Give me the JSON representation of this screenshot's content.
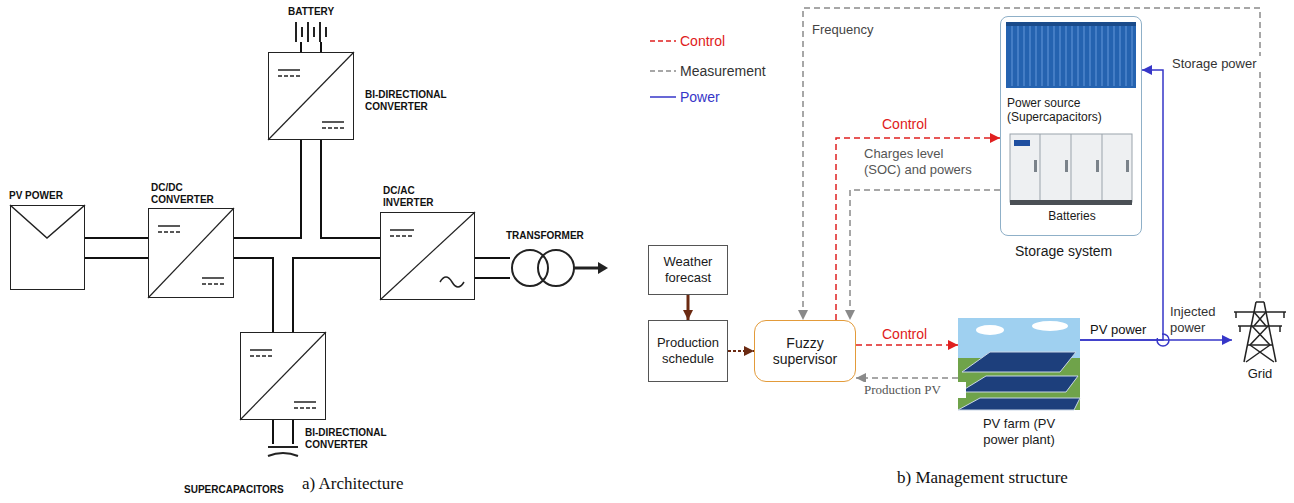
{
  "diagram": {
    "nodes": [
      {
        "text": [
          "PV POWER"
        ]
      },
      {
        "text": [
          "DC/DC CONVERTER"
        ]
      },
      {
        "text": [
          "BATTERY"
        ]
      },
      {
        "text": [
          "BI-DIRECTIONAL CONVERTER"
        ]
      },
      {
        "text": [
          "DC/AC INVERTER"
        ]
      },
      {
        "text": [
          "TRANSFORMER"
        ]
      },
      {
        "text": [
          "BI-DIRECTIONAL CONVERTER"
        ]
      },
      {
        "text": [
          "SUPERCAPACITORS"
        ]
      },
      {
        "text": [
          "Power source (Supercapacitors)",
          "Batteries",
          "Storage system"
        ]
      },
      {
        "text": [
          "Weather forecast"
        ]
      },
      {
        "text": [
          "Production schedule"
        ]
      },
      {
        "text": [
          "Fuzzy supervisor"
        ]
      },
      {
        "text": [
          "PV farm (PV power plant)"
        ]
      },
      {
        "text": [
          "Grid"
        ]
      }
    ],
    "edges": [
      {
        "from": 0,
        "to": 1,
        "arrow": "none"
      },
      {
        "from": 1,
        "to": 4,
        "arrow": "none"
      },
      {
        "from": 2,
        "to": 3,
        "arrow": "none"
      },
      {
        "from": 3,
        "to": 4,
        "arrow": "none"
      },
      {
        "from": 6,
        "to": 4,
        "arrow": "none"
      },
      {
        "from": 7,
        "to": 6,
        "arrow": "none"
      },
      {
        "from": 4,
        "to": 5,
        "arrow": "none"
      },
      {
        "from": 9,
        "to": 10,
        "arrow": "to"
      },
      {
        "from": 10,
        "to": 11,
        "arrow": "to"
      },
      {
        "from": 11,
        "to": 8,
        "arrow": "to",
        "label": "Control"
      },
      {
        "from": 8,
        "to": 11,
        "arrow": "to",
        "label": "Charges level (SOC) and powers"
      },
      {
        "from": 13,
        "to": 11,
        "arrow": "to",
        "label": "Frequency"
      },
      {
        "from": 11,
        "to": 12,
        "arrow": "to",
        "label": "Control"
      },
      {
        "from": 12,
        "to": 11,
        "arrow": "to",
        "label": "Production PV"
      },
      {
        "from": 12,
        "to": 13,
        "arrow": "to",
        "label": "Injected power"
      },
      {
        "from": 12,
        "to": 8,
        "arrow": "to",
        "label": "Storage power"
      }
    ],
    "labels": [
      "a) Architecture",
      "b) Management structure",
      "PV power"
    ],
    "legend": [
      {
        "text": "Control"
      },
      {
        "text": "Measurement"
      },
      {
        "text": "Power"
      }
    ]
  }
}
